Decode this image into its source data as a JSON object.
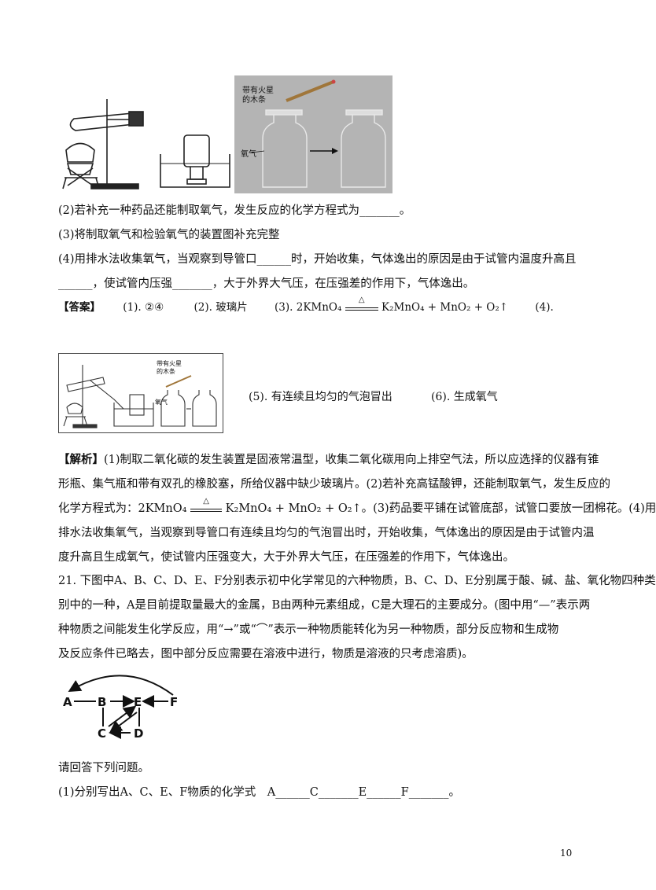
{
  "figure_top": {
    "photo_label_splint": "带有火星\n的木条",
    "photo_label_oxygen": "氧气"
  },
  "questions": {
    "q2": "(2)若补充一种药品还能制取氧气，发生反应的化学方程式为_______。",
    "q3": "(3)将制取氧气和检验氧气的装置图补充完整",
    "q4_line1": "(4)用排水法收集氧气，当观察到导管口______时，开始收集，气体逸出的原因是由于试管内温度升高且",
    "q4_line2": "______，使试管内压强_______，大于外界大气压，在压强差的作用下，气体逸出。"
  },
  "answer": {
    "label": "【答案】",
    "a1": "(1). ②④",
    "a2": "(2). 玻璃片",
    "a3_prefix": "(3). 2KMnO₄",
    "eq_condition": "△",
    "a3_products": "K₂MnO₄ + MnO₂ + O₂↑",
    "a4": "(4).",
    "figure_label": "带有火星\n的木条",
    "figure_oxygen": "氧气",
    "a5": "(5). 有连续且均匀的气泡冒出",
    "a6": "(6). 生成氧气"
  },
  "analysis": {
    "label": "【解析】",
    "line1": "(1)制取二氧化碳的发生装置是固液常温型，收集二氧化碳用向上排空气法，所以应选择的仪器有锥",
    "line2": "形瓶、集气瓶和带有双孔的橡胶塞，所给仪器中缺少玻璃片。(2)若补充高锰酸钾，还能制取氧气，发生反应的",
    "line3_prefix": "化学方程式为：2KMnO₄",
    "line3_suffix": "K₂MnO₄ + MnO₂ + O₂↑。(3)药品要平铺在试管底部，试管口要放一团棉花。(4)用",
    "line4": "排水法收集氧气，当观察到导管口有连续且均匀的气泡冒出时，开始收集，气体逸出的原因是由于试管内温",
    "line5": "度升高且生成氧气，使试管内压强变大，大于外界大气压，在压强差的作用下，气体逸出。"
  },
  "q21": {
    "line1": "21. 下图中A、B、C、D、E、F分别表示初中化学常见的六种物质，B、C、D、E分别属于酸、碱、盐、氧化物四种类",
    "line2": "别中的一种，A是目前提取量最大的金属，B由两种元素组成，C是大理石的主要成分。(图中用“—”表示两",
    "line3": "种物质之间能发生化学反应，用“→”或“⌒”表示一种物质能转化为另一种物质，部分反应物和生成物",
    "line4": "及反应条件已略去，图中部分反应需要在溶液中进行，物质是溶液的只考虑溶质)。",
    "nodes": [
      "A",
      "B",
      "E",
      "F",
      "C",
      "D"
    ],
    "prompt": "请回答下列问题。",
    "sub1": "(1)分别写出A、C、E、F物质的化学式　A______C_______E______F_______。"
  },
  "page_number": "10"
}
